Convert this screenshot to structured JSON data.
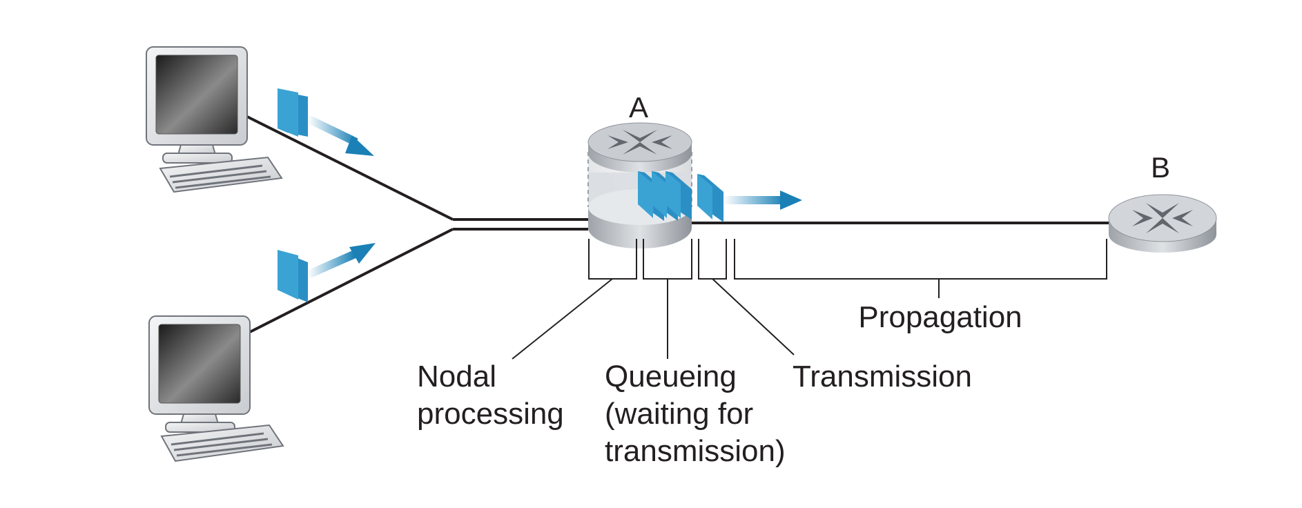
{
  "nodes": {
    "a_label": "A",
    "b_label": "B"
  },
  "delays": {
    "nodal_processing_line1": "Nodal",
    "nodal_processing_line2": "processing",
    "queueing_line1": "Queueing",
    "queueing_line2": "(waiting for",
    "queueing_line3": "transmission)",
    "transmission": "Transmission",
    "propagation": "Propagation"
  },
  "icons": [
    "host-computer-icon",
    "router-icon",
    "packet-icon",
    "arrow-icon"
  ],
  "colors": {
    "packet": "#3aa3d4",
    "arrow": "#1a80b6",
    "line": "#231f20"
  }
}
